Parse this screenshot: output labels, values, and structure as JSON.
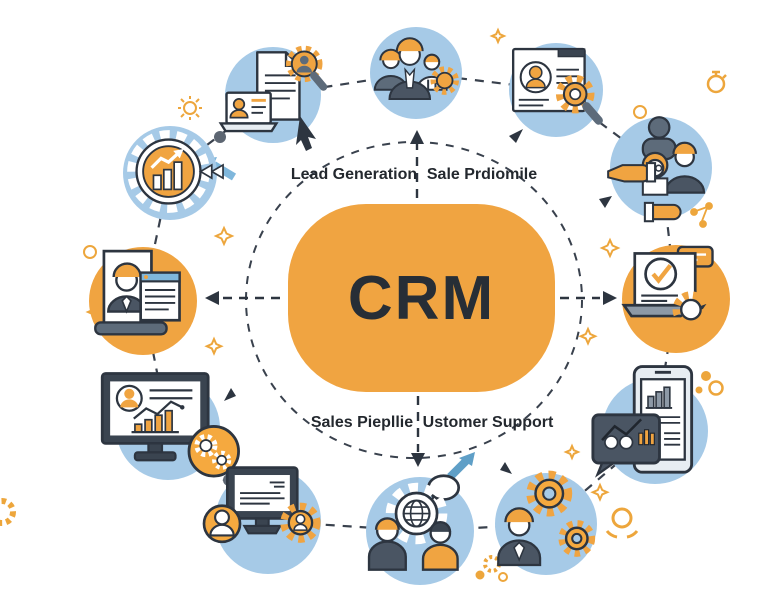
{
  "diagram_title": "CRM",
  "center": {
    "label": "CRM"
  },
  "labels": {
    "lead_generation": "Lead Generation",
    "sale_prdiomile": "Sale Prdiomile",
    "sales_piepllie": "Sales Piepllie",
    "ustomer_support": "Ustomer Support"
  },
  "nodes": [
    {
      "icon": "lead-documents-icon",
      "palette": "blue",
      "position": "top-left"
    },
    {
      "icon": "team-gear-icon",
      "palette": "blue",
      "position": "top-center"
    },
    {
      "icon": "profile-search-icon",
      "palette": "blue",
      "position": "top-right"
    },
    {
      "icon": "analytics-gear-icon",
      "palette": "blue",
      "position": "upper-left"
    },
    {
      "icon": "partner-hands-icon",
      "palette": "blue",
      "position": "upper-right"
    },
    {
      "icon": "customer-profile-icon",
      "palette": "orange",
      "position": "left"
    },
    {
      "icon": "approved-laptop-icon",
      "palette": "orange",
      "position": "right"
    },
    {
      "icon": "dashboard-monitor-icon",
      "palette": "blue",
      "position": "bottom-left"
    },
    {
      "icon": "tablet-report-icon",
      "palette": "blue",
      "position": "bottom-right"
    },
    {
      "icon": "support-monitor-icon",
      "palette": "blue",
      "position": "lower-left"
    },
    {
      "icon": "communication-icon",
      "palette": "blue",
      "position": "bottom-center"
    },
    {
      "icon": "automation-gears-icon",
      "palette": "blue",
      "position": "lower-right"
    }
  ],
  "decorations": [
    "sun-icon",
    "sparkle-icon",
    "stopwatch-icon",
    "share-dots-icon",
    "gear-outline-icon",
    "ring-icon",
    "dot-icon",
    "cursor-arrow-icon",
    "blue-arrow-icon",
    "teal-arrow-icon",
    "omega-ring-icon"
  ],
  "colors": {
    "node_blue": "#a6cae7",
    "node_orange": "#f0a441",
    "center_orange": "#f0a441",
    "outline_dark": "#2d3540",
    "label_text": "#23282e",
    "accent_orange": "#eda63c",
    "arrow_blue": "#7fb7dc",
    "arrow_teal": "#5f9fc7",
    "dot_gray": "#5d6672"
  }
}
